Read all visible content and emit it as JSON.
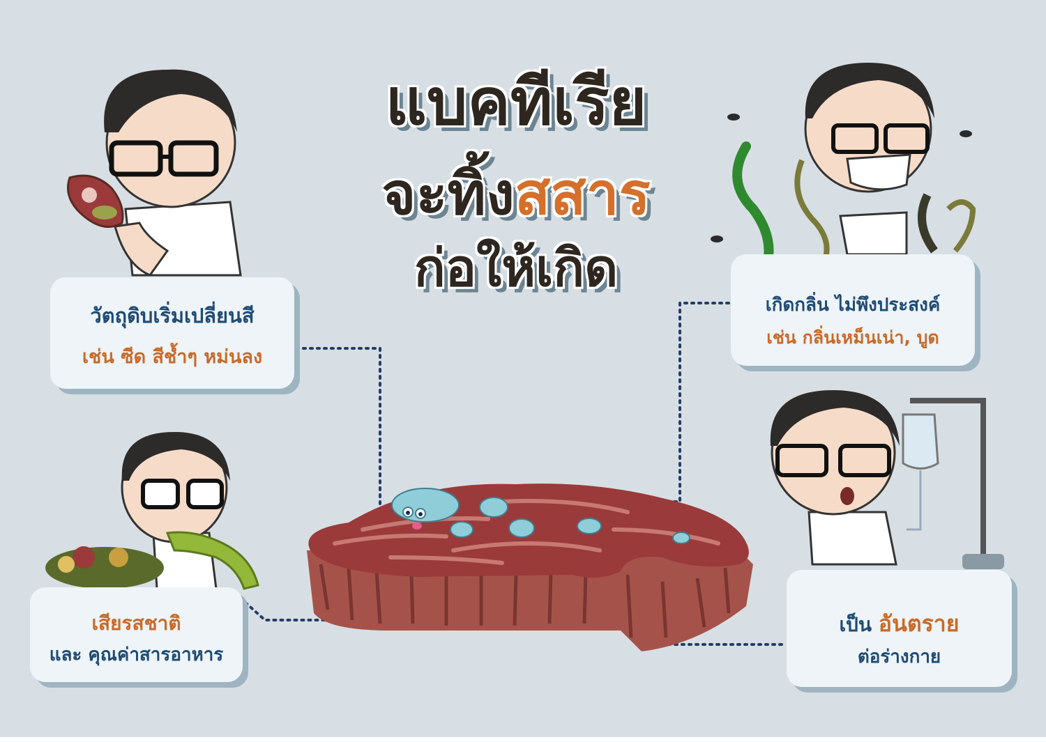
{
  "title": {
    "line1": "แบคทีเรีย",
    "line2_prefix": "จะทิ้ง",
    "line2_accent": "สสาร",
    "line3": "ก่อให้เกิด"
  },
  "cards": {
    "color_change": {
      "main": "วัตถุดิบเริ่มเปลี่ยนสี",
      "example": "เช่น ซีด สีช้ำๆ หม่นลง"
    },
    "odor": {
      "main": "เกิดกลิ่น ไม่พึงประสงค์",
      "example": "เช่น กลิ่นเหม็นเน่า, บูด"
    },
    "taste": {
      "highlight": "เสียรสชาติ",
      "main": "และ คุณค่าสารอาหาร"
    },
    "danger": {
      "prefix": "เป็น",
      "highlight": "อันตราย",
      "main": "ต่อร่างกาย"
    }
  },
  "colors": {
    "background": "#d7dfe4",
    "title_text": "#2e2720",
    "accent_orange": "#d4702c",
    "card_blue_text": "#1f4b73",
    "card_fill": "#eef4f7",
    "dotted_line": "#243d66",
    "bacteria": "#8fcdd9",
    "steak_red": "#9b3a3a"
  },
  "illustrations": [
    "man-holding-spoiled-meat",
    "man-covering-nose-with-flies",
    "man-vomiting-over-food",
    "man-with-iv-drip",
    "steak-with-bacteria"
  ]
}
